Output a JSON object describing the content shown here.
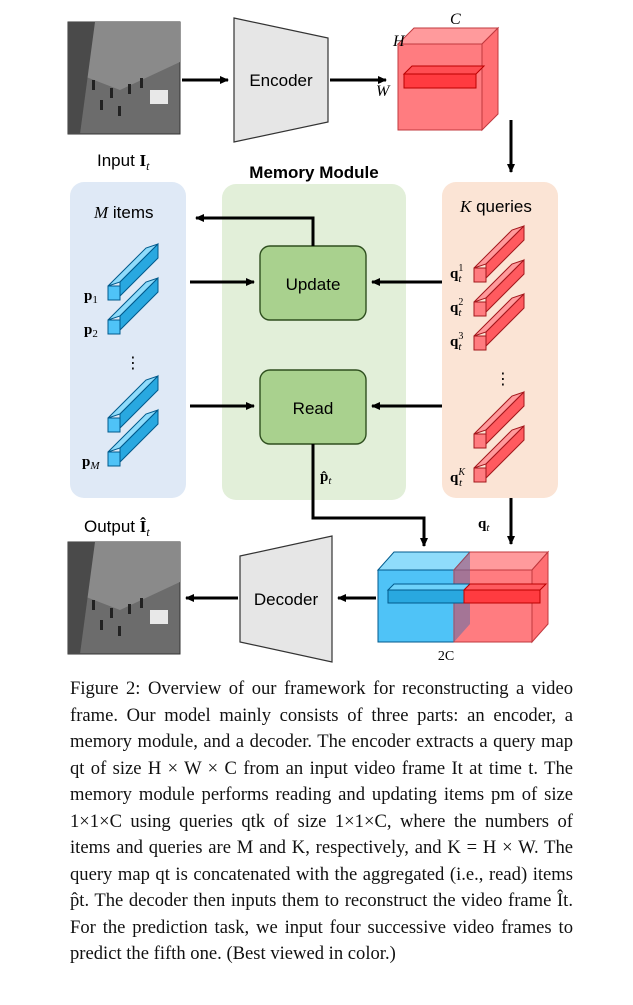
{
  "figure": {
    "input_label": "Input ",
    "input_sym": "I",
    "input_sub": "t",
    "encoder_label": "Encoder",
    "decoder_label": "Decoder",
    "dim_h": "H",
    "dim_c": "C",
    "dim_w": "W",
    "memory_module_title": "Memory Module",
    "items_title_m": "M",
    "items_title_rest": " items",
    "queries_title_k": "K",
    "queries_title_rest": " queries",
    "update_label": "Update",
    "read_label": "Read",
    "item_p1": "p",
    "item_p1_sub": "1",
    "item_p2": "p",
    "item_p2_sub": "2",
    "item_pm": "p",
    "item_pm_sub": "M",
    "q_sym": "q",
    "q_sub": "t",
    "q1_sup": "1",
    "q2_sup": "2",
    "q3_sup": "3",
    "qk_sup": "K",
    "ellipsis": "⋮",
    "phat": "p̂",
    "phat_sub": "t",
    "qt_label": "q",
    "qt_sub": "t",
    "output_label": "Output ",
    "output_sym": "Î",
    "output_sub": "t",
    "concat_dim": "2C"
  },
  "caption": {
    "text": "Figure 2: Overview of our framework for reconstructing a video frame. Our model mainly consists of three parts: an encoder, a memory module, and a decoder. The encoder extracts a query map qt of size H × W × C from an input video frame It at time t. The memory module performs reading and updating items pm of size 1×1×C using queries qtk of size 1×1×C, where the numbers of items and queries are M and K, respectively, and K = H × W. The query map qt is concatenated with the aggregated (i.e., read) items p̂t. The decoder then inputs them to reconstruct the video frame Ît. For the prediction task, we input four successive video frames to predict the fifth one. (Best viewed in color.)"
  },
  "colors": {
    "items_panel": "#dfe9f6",
    "memory_panel": "#e2efd9",
    "queries_panel": "#fbe4d5",
    "node_fill": "#a9d18e",
    "cube_red": "#ff7c80",
    "cube_blue": "#4fc3f7"
  }
}
